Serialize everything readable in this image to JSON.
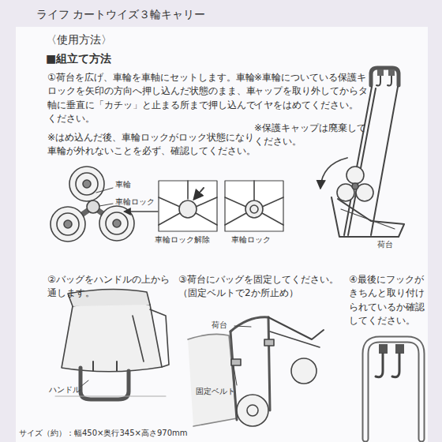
{
  "diagram": {
    "title": "ライフ カートウイズ３輪キャリー",
    "labels": [
      "〈使用方法〉",
      "■組立て方法",
      "①荷台を広げ、車輪を車軸にセットします。車輪ロックを矢印の方向へ押し込んだ状態のまま、車軸に垂直に「カチッ」と止まる所まで押し込んでください。",
      "※はめ込んだ後、車輪ロックがロック状態になり車輪が外れないことを必ず、確認してください。",
      "※車輪についている保護キャップを取り外してからタイヤをはめてください。",
      "※保護キャップは廃棄してください。",
      "車輪",
      "車輪ロック",
      "車輪ロック解除",
      "車輪ロック",
      "荷台",
      "②バッグをハンドルの上から通します。",
      "ハンドル",
      "③荷台にバッグを固定してください。（固定ベルトで2か所止め）",
      "荷台",
      "固定ベルト",
      "④最後にフックがきちんと取り付けられているか確認してください。",
      "サイズ（約）：幅450×奥行345×高さ970mm"
    ]
  }
}
